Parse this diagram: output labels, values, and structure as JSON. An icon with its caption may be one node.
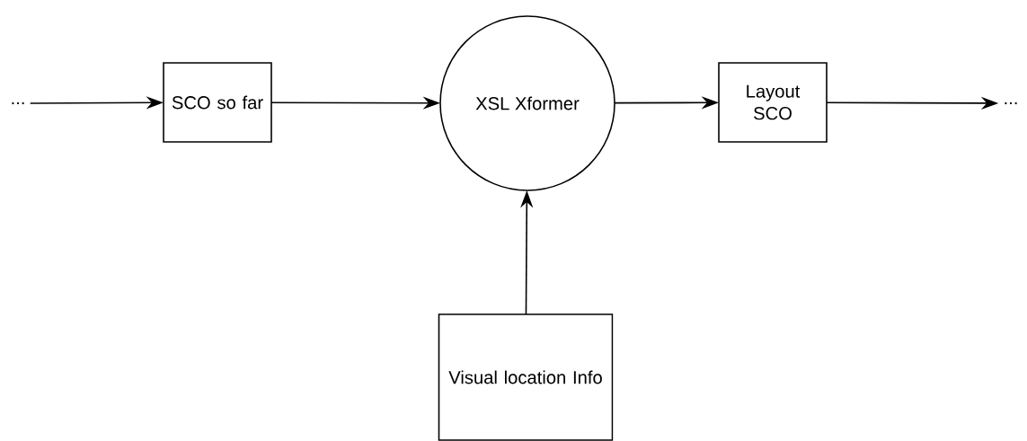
{
  "diagram": {
    "nodes": [
      {
        "text": [
          "..."
        ]
      },
      {
        "text": [
          "SCO so far"
        ]
      },
      {
        "text": [
          "XSL Xformer"
        ]
      },
      {
        "text": [
          "Layout SCO"
        ]
      },
      {
        "text": [
          "..."
        ]
      },
      {
        "text": [
          "Visual location Info"
        ]
      }
    ],
    "edges": [
      {
        "from": 0,
        "to": 1,
        "arrow": "to"
      },
      {
        "from": 1,
        "to": 2,
        "arrow": "to"
      },
      {
        "from": 2,
        "to": 3,
        "arrow": "to"
      },
      {
        "from": 3,
        "to": 4,
        "arrow": "to"
      },
      {
        "from": 5,
        "to": 2,
        "arrow": "to"
      }
    ]
  }
}
